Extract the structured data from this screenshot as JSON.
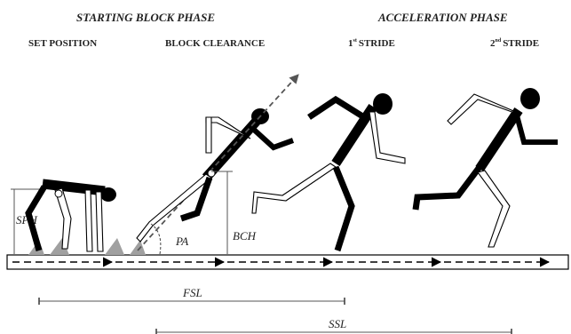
{
  "phases": {
    "starting_block": "STARTING BLOCK PHASE",
    "acceleration": "ACCELERATION PHASE"
  },
  "sub_labels": {
    "set_position": "SET POSITION",
    "block_clearance": "BLOCK CLEARANCE",
    "stride1_num": "1",
    "stride1_sup": "st",
    "stride1_text": "STRIDE",
    "stride2_num": "2",
    "stride2_sup": "nd",
    "stride2_text": "STRIDE"
  },
  "measures": {
    "sph": "SPH",
    "pa": "PA",
    "bch": "BCH",
    "fsl": "FSL",
    "ssl": "SSL"
  },
  "icons": {
    "track": "track-strip-icon",
    "direction": "dashed-arrow-icon",
    "figures": "stick-figure-runner-icon"
  },
  "colors": {
    "ink": "#000000",
    "block": "#a0a0a0",
    "limb_light": "#ffffff"
  }
}
